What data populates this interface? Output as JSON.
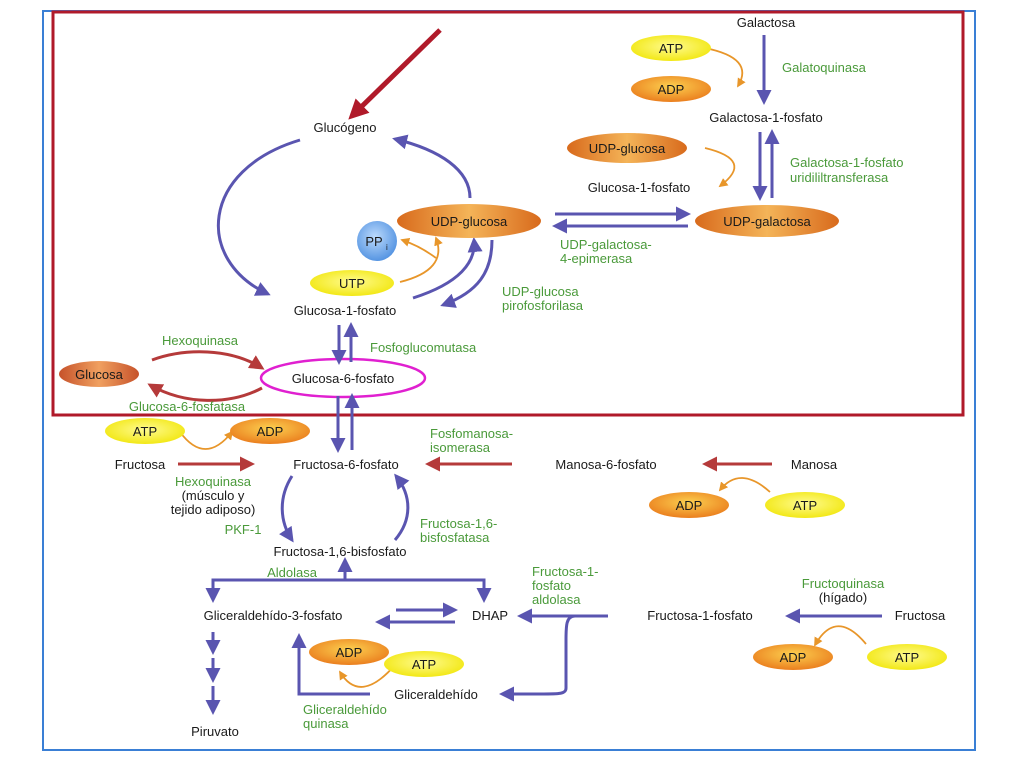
{
  "metabolites": {
    "galactosa_top": "Galactosa",
    "galactosa_1_fosfato": "Galactosa-1-fosfato",
    "glucogeno": "Glucógeno",
    "glucosa_1_fosfato_right": "Glucosa-1-fosfato",
    "glucosa_1_fosfato": "Glucosa-1-fosfato",
    "glucosa_6_fosfato": "Glucosa-6-fosfato",
    "fructosa_left": "Fructosa",
    "fructosa_6_fosfato": "Fructosa-6-fosfato",
    "manosa_6_fosfato": "Manosa-6-fosfato",
    "manosa": "Manosa",
    "fructosa_16_bisfosfato": "Fructosa-1,6-bisfosfato",
    "gliceraldehido_3_fosfato": "Gliceraldehído-3-fosfato",
    "dhap": "DHAP",
    "fructosa_1_fosfato": "Fructosa-1-fosfato",
    "fructosa_right": "Fructosa",
    "gliceraldehido": "Gliceraldehído",
    "piruvato": "Piruvato"
  },
  "enzymes": {
    "galactoquinasa": "Galatoquinasa",
    "gal1p_uridil_1": "Galactosa-1-fosfato",
    "gal1p_uridil_2": "uridililtransferasa",
    "epimerasa_1": "UDP-galactosa-",
    "epimerasa_2": "4-epimerasa",
    "pirofosforilasa_1": "UDP-glucosa",
    "pirofosforilasa_2": "pirofosforilasa",
    "fosfoglucomutasa": "Fosfoglucomutasa",
    "hexoquinasa_top": "Hexoquinasa",
    "g6pasa": "Glucosa-6-fosfatasa",
    "fosfomanosa_1": "Fosfomanosa-",
    "fosfomanosa_2": "isomerasa",
    "hexoquinasa_musculo_1": "Hexoquinasa",
    "hexoquinasa_musculo_2": "(músculo y",
    "hexoquinasa_musculo_3": "tejido adiposo)",
    "pfk1": "PKF-1",
    "fbpasa_1": "Fructosa-1,6-",
    "fbpasa_2": "bisfosfatasa",
    "aldolasa": "Aldolasa",
    "f1p_aldolasa_1": "Fructosa-1-",
    "f1p_aldolasa_2": "fosfato",
    "f1p_aldolasa_3": "aldolasa",
    "fructoquinasa_1": "Fructoquinasa",
    "fructoquinasa_2": "(hígado)",
    "glicer_quinasa_1": "Gliceraldehído",
    "glicer_quinasa_2": "quinasa"
  },
  "cofactors": {
    "atp": "ATP",
    "adp": "ADP",
    "utp": "UTP",
    "pp": "PP",
    "pp_sub": "i",
    "udp_glucosa": "UDP-glucosa",
    "udp_galactosa": "UDP-galactosa",
    "glucosa": "Glucosa"
  },
  "colors": {
    "pathway_arrow": "#5a55b0",
    "regulatory_arrow": "#b53a3a",
    "cofactor_arrow": "#e8962a",
    "highlight_box": "#b01a2a",
    "highlight_ellipse": "#e020d0",
    "frame": "#3a7fd5",
    "enzyme_text": "#4a9a3a",
    "atp_fill": "#f5f020",
    "adp_fill": "#ee8a1a",
    "pp_fill": "#6aa8ec"
  }
}
